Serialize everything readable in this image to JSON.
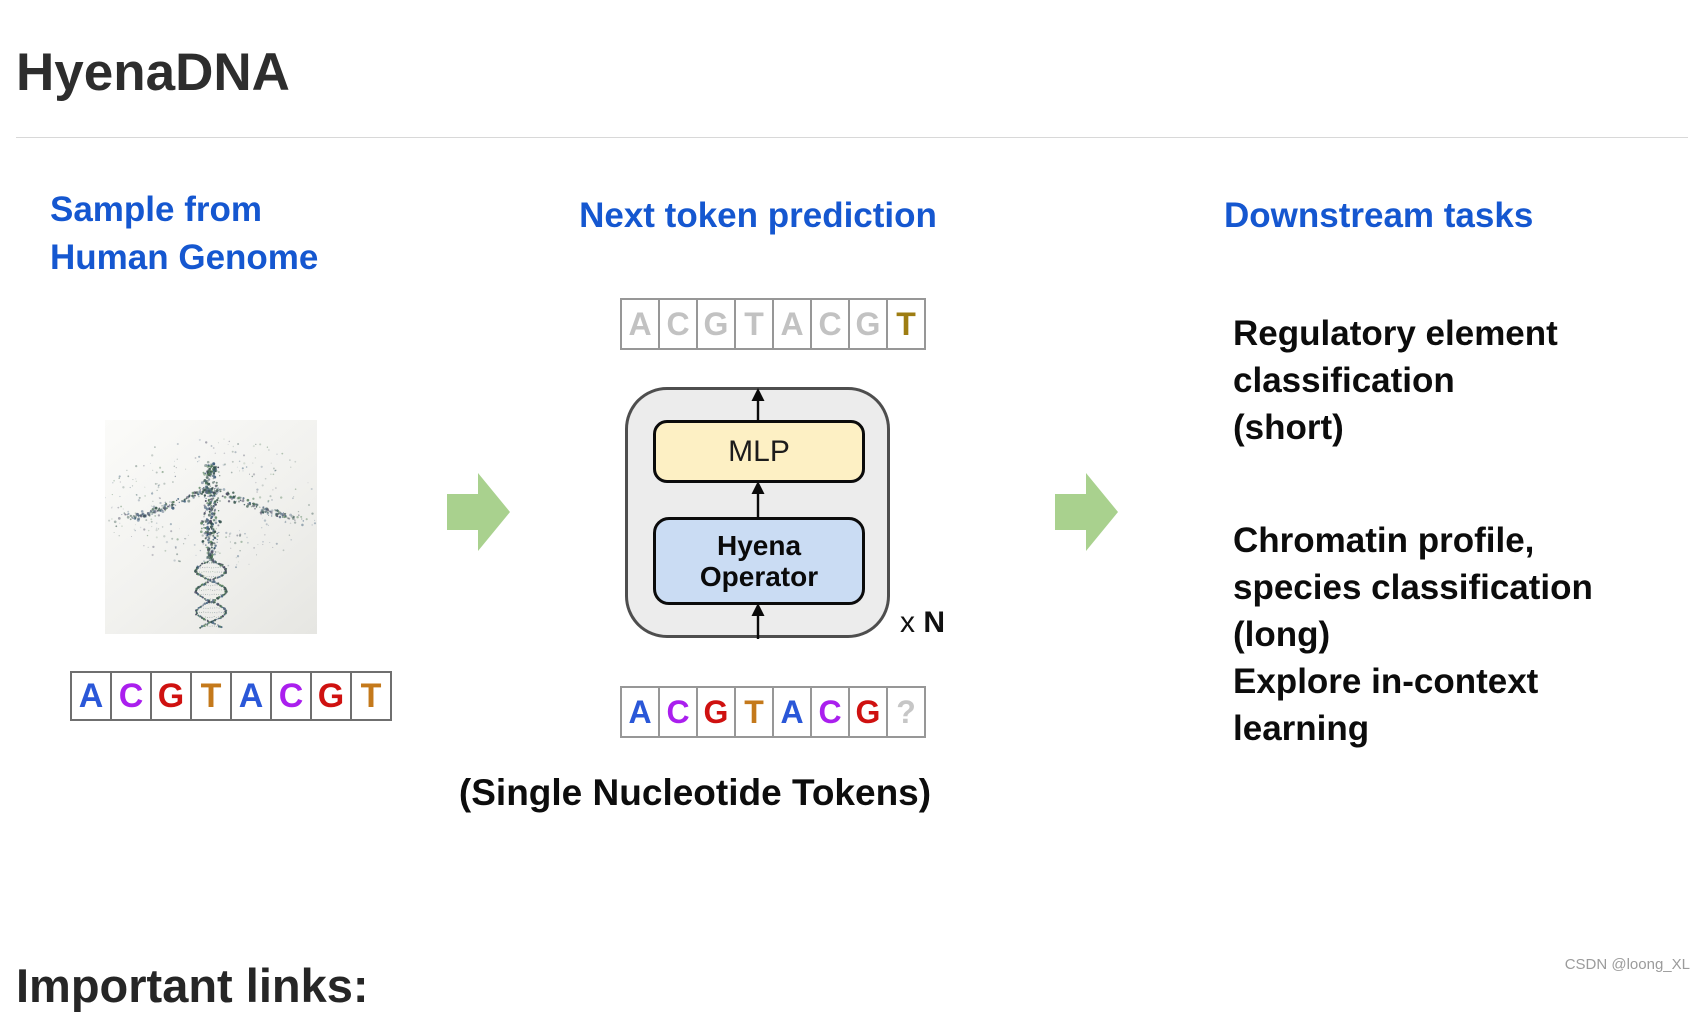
{
  "page": {
    "title": "HyenaDNA",
    "footer_heading": "Important links:",
    "watermark": "CSDN @loong_XL"
  },
  "left": {
    "heading": "Sample from\nHuman Genome",
    "sequence": [
      {
        "letter": "A",
        "color": "#2a57d8"
      },
      {
        "letter": "C",
        "color": "#aa1fee"
      },
      {
        "letter": "G",
        "color": "#cf1110"
      },
      {
        "letter": "T",
        "color": "#c4791b"
      },
      {
        "letter": "A",
        "color": "#2a57d8"
      },
      {
        "letter": "C",
        "color": "#aa1fee"
      },
      {
        "letter": "G",
        "color": "#cf1110"
      },
      {
        "letter": "T",
        "color": "#c4791b"
      }
    ]
  },
  "middle": {
    "heading": "Next token prediction",
    "predicted_sequence": [
      {
        "letter": "A",
        "color": "#c2c2c2"
      },
      {
        "letter": "C",
        "color": "#c2c2c2"
      },
      {
        "letter": "G",
        "color": "#c2c2c2"
      },
      {
        "letter": "T",
        "color": "#c2c2c2"
      },
      {
        "letter": "A",
        "color": "#c2c2c2"
      },
      {
        "letter": "C",
        "color": "#c2c2c2"
      },
      {
        "letter": "G",
        "color": "#c2c2c2"
      },
      {
        "letter": "T",
        "color": "#9e7d12"
      }
    ],
    "model": {
      "mlp_label": "MLP",
      "operator_label": "Hyena\nOperator",
      "repeat_x": "x",
      "repeat_n": "N"
    },
    "input_sequence": [
      {
        "letter": "A",
        "color": "#2a57d8"
      },
      {
        "letter": "C",
        "color": "#aa1fee"
      },
      {
        "letter": "G",
        "color": "#cf1110"
      },
      {
        "letter": "T",
        "color": "#c4791b"
      },
      {
        "letter": "A",
        "color": "#2a57d8"
      },
      {
        "letter": "C",
        "color": "#aa1fee"
      },
      {
        "letter": "G",
        "color": "#cf1110"
      },
      {
        "letter": "?",
        "color": "#c6c6c6"
      }
    ],
    "caption": "(Single Nucleotide Tokens)"
  },
  "right": {
    "heading": "Downstream tasks",
    "tasks": [
      "Regulatory element\nclassification\n(short)",
      "Chromatin profile,\nspecies classification\n(long)",
      "Explore in-context\nlearning"
    ]
  },
  "colors": {
    "heading_blue": "#1557d0",
    "flow_arrow_green": "#a9d18e",
    "adenine_blue": "#2a57d8",
    "cytosine_purple": "#aa1fee",
    "guanine_red": "#cf1110",
    "thymine_orange": "#c4791b",
    "muted_letter_gray": "#c2c2c2",
    "predicted_token_gold": "#9e7d12",
    "placeholder_gray": "#c6c6c6",
    "mlp_fill": "#fdf0c4",
    "operator_fill": "#cadcf3",
    "block_fill": "#ececec"
  }
}
